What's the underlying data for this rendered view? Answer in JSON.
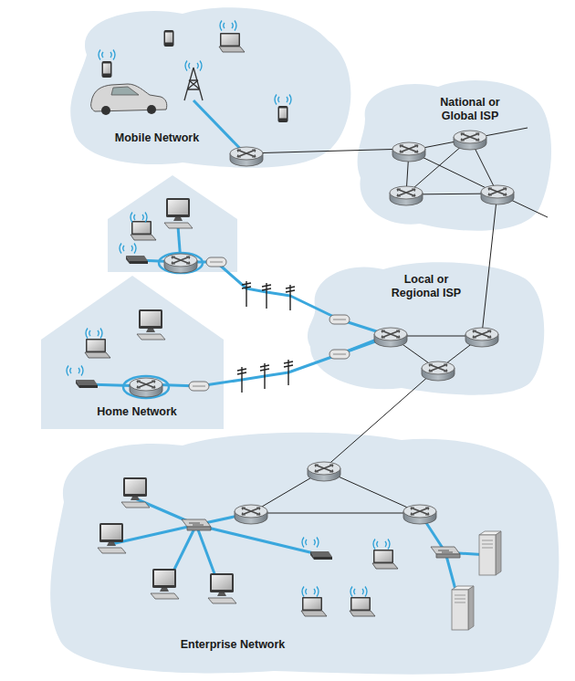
{
  "diagram": {
    "nodes": [
      {
        "text": [
          "Mobile Network"
        ]
      },
      {
        "text": [
          "National or Global ISP"
        ]
      },
      {
        "text": [
          "Local or Regional ISP"
        ]
      },
      {
        "text": [
          "Home Network"
        ]
      },
      {
        "text": [
          "Enterprise Network"
        ]
      }
    ],
    "edges": [
      {
        "from": 0,
        "to": 1,
        "arrow": "none"
      },
      {
        "from": 1,
        "to": 2,
        "arrow": "none"
      },
      {
        "from": 3,
        "to": 2,
        "arrow": "none"
      },
      {
        "from": 4,
        "to": 2,
        "arrow": "none"
      }
    ]
  }
}
